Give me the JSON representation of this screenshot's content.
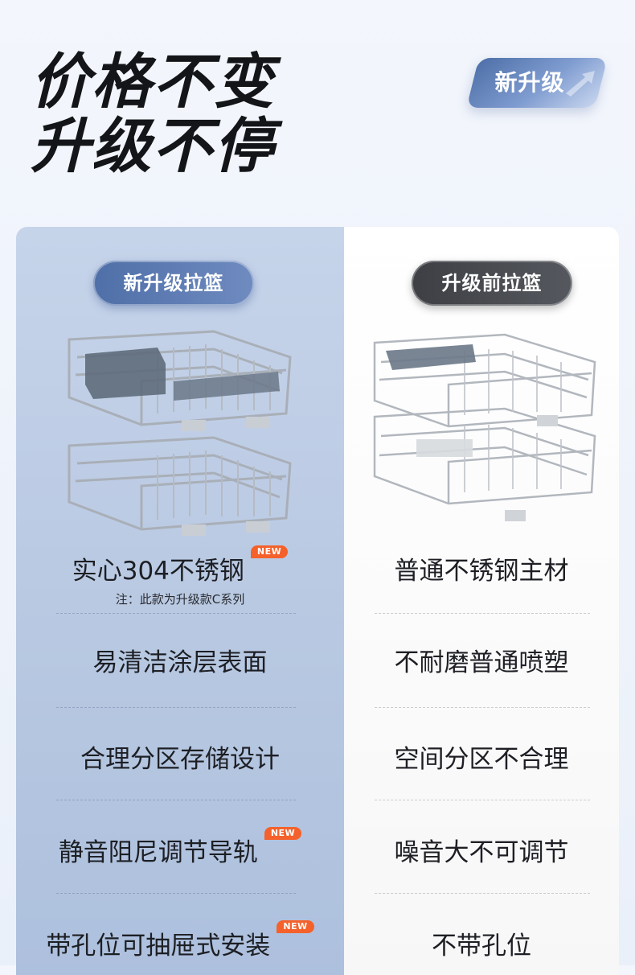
{
  "headline": {
    "line1": "价格不变",
    "line2": "升级不停"
  },
  "badge": {
    "label": "新升级"
  },
  "left": {
    "title": "新升级拉篮",
    "features": [
      {
        "text": "实心304不锈钢",
        "new": "NEW"
      },
      {
        "text": "易清洁涂层表面"
      },
      {
        "text": "合理分区存储设计"
      },
      {
        "text": "静音阻尼调节导轨",
        "new": "NEW"
      },
      {
        "text": "带孔位可抽屉式安装",
        "new": "NEW"
      }
    ],
    "note": "注：此款为升级款C系列"
  },
  "right": {
    "title": "升级前拉篮",
    "features": [
      {
        "text": "普通不锈钢主材"
      },
      {
        "text": "不耐磨普通喷塑"
      },
      {
        "text": "空间分区不合理"
      },
      {
        "text": "噪音大不可调节"
      },
      {
        "text": "不带孔位"
      }
    ]
  }
}
